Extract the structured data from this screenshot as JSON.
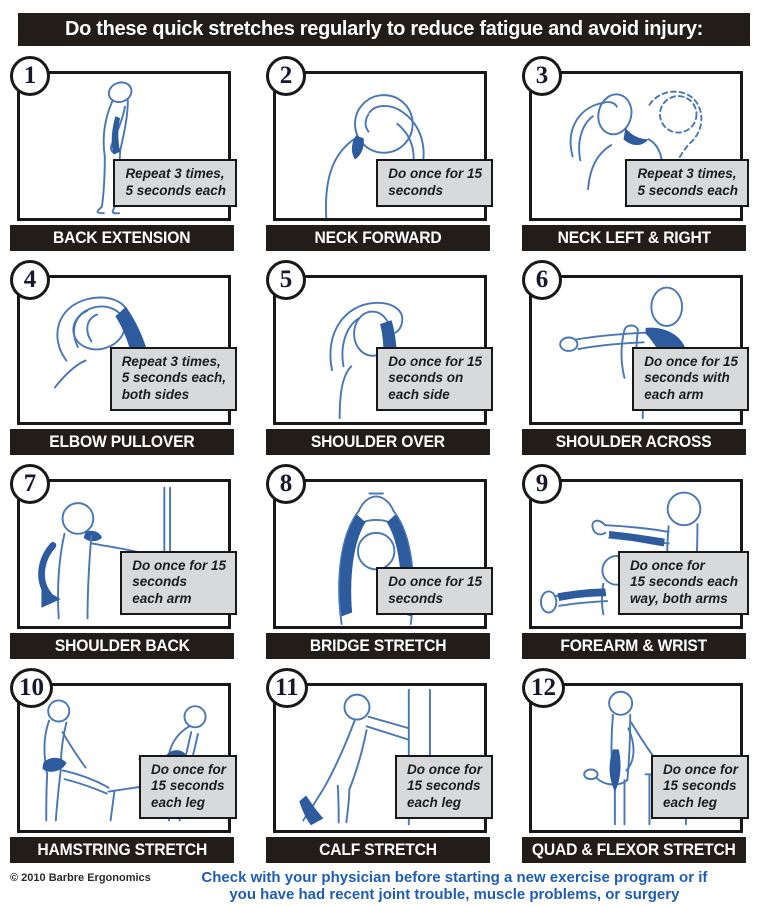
{
  "header": {
    "title": "Do these quick stretches regularly to reduce fatigue and avoid injury:"
  },
  "panels": [
    {
      "number": "1",
      "title": "BACK EXTENSION",
      "note": "Repeat 3 times,\n5 seconds each",
      "illustration": "back-extension-figure"
    },
    {
      "number": "2",
      "title": "NECK FORWARD",
      "note": "Do once for 15\nseconds",
      "illustration": "neck-forward-figure"
    },
    {
      "number": "3",
      "title": "NECK LEFT & RIGHT",
      "note": "Repeat 3 times,\n5 seconds each",
      "illustration": "neck-left-right-figure"
    },
    {
      "number": "4",
      "title": "ELBOW PULLOVER",
      "note": "Repeat 3 times,\n5 seconds each,\nboth sides",
      "illustration": "elbow-pullover-figure"
    },
    {
      "number": "5",
      "title": "SHOULDER OVER",
      "note": "Do once for 15\nseconds on\neach side",
      "illustration": "shoulder-over-figure"
    },
    {
      "number": "6",
      "title": "SHOULDER ACROSS",
      "note": "Do once for 15\nseconds with\neach arm",
      "illustration": "shoulder-across-figure"
    },
    {
      "number": "7",
      "title": "SHOULDER BACK",
      "note": "Do once for 15\nseconds\neach arm",
      "illustration": "shoulder-back-figure"
    },
    {
      "number": "8",
      "title": "BRIDGE STRETCH",
      "note": "Do once for 15\nseconds",
      "illustration": "bridge-stretch-figure"
    },
    {
      "number": "9",
      "title": "FOREARM & WRIST",
      "note": "Do once for\n15 seconds each\nway, both arms",
      "illustration": "forearm-wrist-figure"
    },
    {
      "number": "10",
      "title": "HAMSTRING STRETCH",
      "note": "Do once for\n15 seconds\neach leg",
      "illustration": "hamstring-stretch-figure"
    },
    {
      "number": "11",
      "title": "CALF STRETCH",
      "note": "Do once for\n15 seconds\neach leg",
      "illustration": "calf-stretch-figure"
    },
    {
      "number": "12",
      "title": "QUAD & FLEXOR STRETCH",
      "note": "Do once for\n15 seconds\neach leg",
      "illustration": "quad-flexor-stretch-figure"
    }
  ],
  "footer": {
    "copyright": "© 2010 Barbre Ergonomics",
    "disclaimer": "Check with your physician before starting a new exercise program or if\nyou have had recent joint trouble, muscle problems, or surgery"
  },
  "colors": {
    "highlight_blue": "#2d5b9e",
    "outline_blue": "#4a77b5",
    "note_background": "#d7d9db",
    "bar_black": "#221d19",
    "disclaimer_blue": "#1f5db3"
  }
}
